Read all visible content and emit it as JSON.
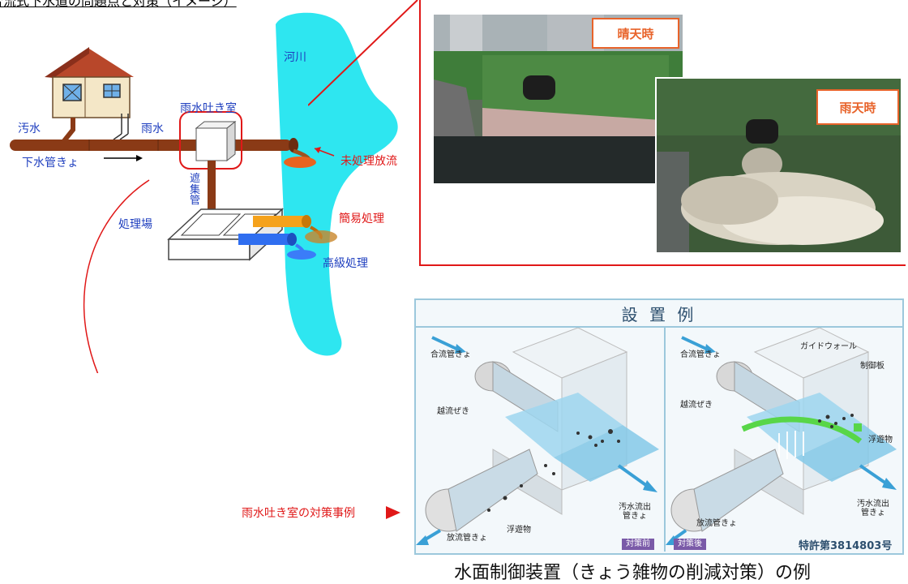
{
  "header": {
    "partial_title": "合流式下水道の問題点と対策（イメージ）"
  },
  "diagram": {
    "river": "河川",
    "sewage": "汚水",
    "rainwater": "雨水",
    "overflow_chamber": "雨水吐き室",
    "sewer_pipe": "下水管きょ",
    "interceptor": [
      "遮",
      "集",
      "管"
    ],
    "treatment_plant": "処理場",
    "untreated_discharge": "未処理放流",
    "simple_treatment": "簡易処理",
    "advanced_treatment": "高級処理",
    "countermeasure_example": "雨水吐き室の対策事例"
  },
  "photos": {
    "sunny": "晴天時",
    "rainy": "雨天時"
  },
  "panel": {
    "title": "設 置 例",
    "before": {
      "inflow": "合流管きょ",
      "weir": "越流ぜき",
      "outfall": "放流管きょ",
      "floating": "浮遊物",
      "outflow": [
        "汚水流出",
        "管きょ"
      ],
      "tag": "対策前"
    },
    "after": {
      "inflow": "合流管きょ",
      "guide_wall": "ガイドウォール",
      "control_plate": "制御板",
      "weir": "越流ぜき",
      "floating": "浮遊物",
      "outflow": [
        "汚水流出",
        "管きょ"
      ],
      "outfall": "放流管きょ",
      "tag": "対策後"
    },
    "patent": "特許第3814803号"
  },
  "caption": "水面制御装置（きょう雑物の削減対策）の例",
  "colors": {
    "river": "#2ee6f0",
    "pipe": "#8a3a16",
    "red": "#e01818",
    "label_blue": "#1f3fbf",
    "orange": "#e8632a",
    "panel_border": "#9cc8dc"
  }
}
